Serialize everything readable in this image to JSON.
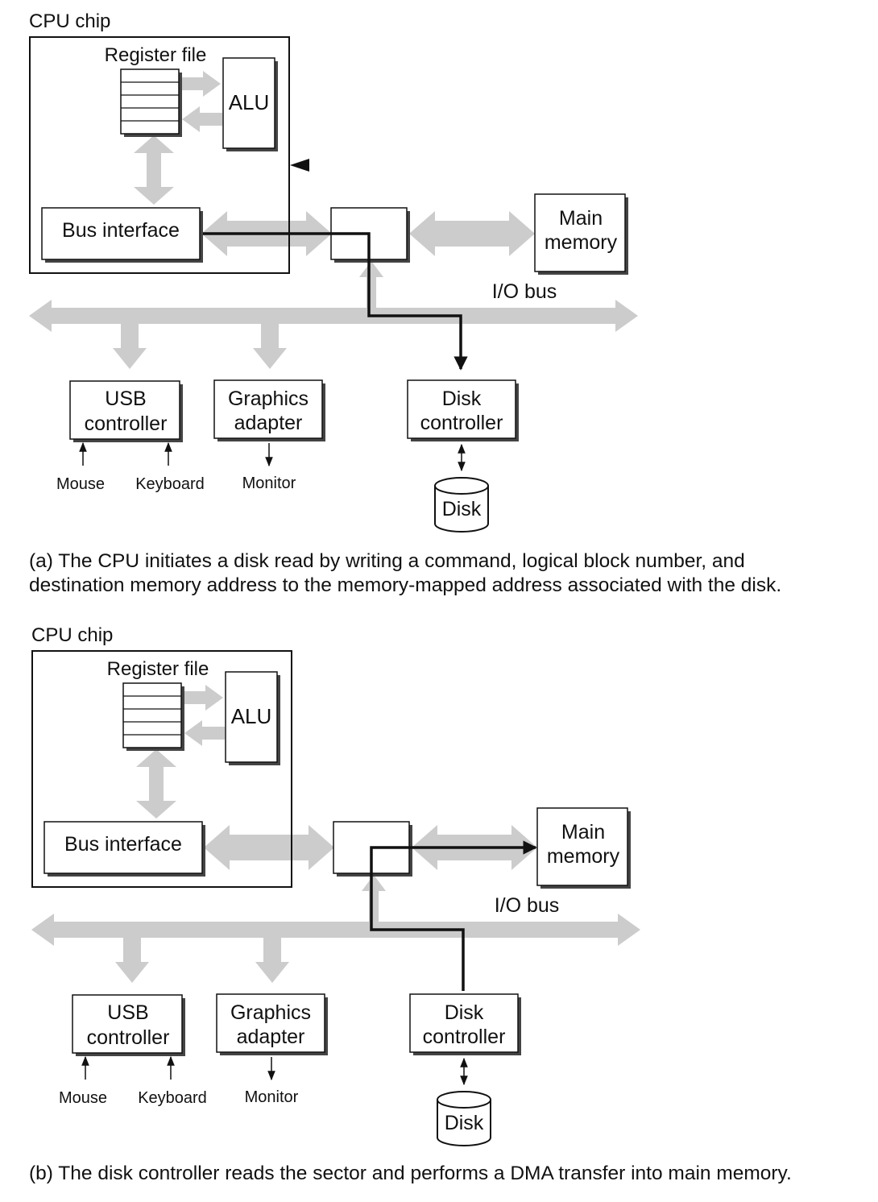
{
  "panels": [
    {
      "cpu_chip": "CPU chip",
      "register_file": "Register file",
      "alu": "ALU",
      "bus_interface": "Bus interface",
      "main_memory": [
        "Main",
        "memory"
      ],
      "io_bus": "I/O bus",
      "usb_controller": [
        "USB",
        "controller"
      ],
      "graphics_adapter": [
        "Graphics",
        "adapter"
      ],
      "disk_controller": [
        "Disk",
        "controller"
      ],
      "mouse": "Mouse",
      "keyboard": "Keyboard",
      "monitor": "Monitor",
      "disk": "Disk",
      "caption": "(a) The CPU initiates a disk read by writing a command, logical block number, and\ndestination memory address to the memory-mapped address associated with the disk."
    },
    {
      "cpu_chip": "CPU chip",
      "register_file": "Register file",
      "alu": "ALU",
      "bus_interface": "Bus interface",
      "main_memory": [
        "Main",
        "memory"
      ],
      "io_bus": "I/O bus",
      "usb_controller": [
        "USB",
        "controller"
      ],
      "graphics_adapter": [
        "Graphics",
        "adapter"
      ],
      "disk_controller": [
        "Disk",
        "controller"
      ],
      "mouse": "Mouse",
      "keyboard": "Keyboard",
      "monitor": "Monitor",
      "disk": "Disk",
      "caption": "(b) The disk controller reads the sector and performs a DMA transfer into main memory."
    }
  ],
  "colors": {
    "bus_gray": "#cccccc",
    "line": "#111111",
    "shadow": "#555555"
  }
}
